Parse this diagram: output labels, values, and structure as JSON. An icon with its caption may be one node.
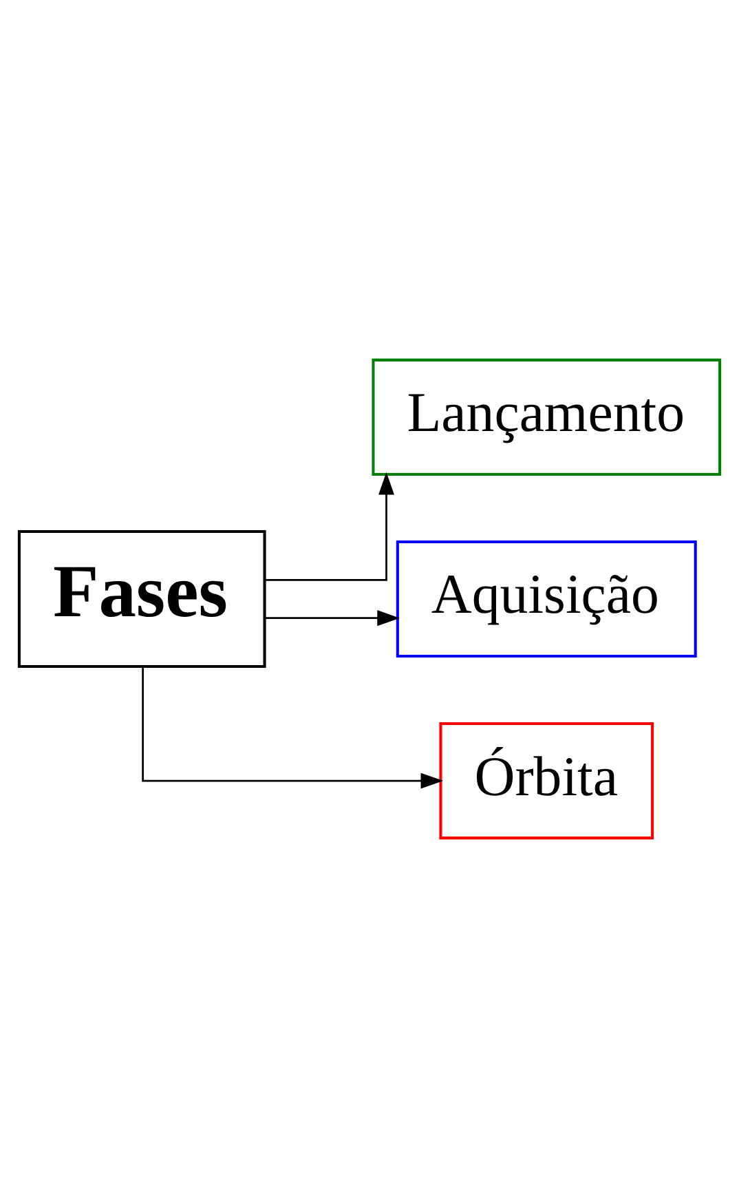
{
  "diagram": {
    "nodes": [
      {
        "text": [
          "Fases"
        ]
      },
      {
        "text": [
          "Lançamento"
        ]
      },
      {
        "text": [
          "Aquisição"
        ]
      },
      {
        "text": [
          "Órbita"
        ]
      }
    ],
    "edges": [
      {
        "from": 0,
        "to": 1,
        "arrow": "to"
      },
      {
        "from": 0,
        "to": 2,
        "arrow": "to"
      },
      {
        "from": 0,
        "to": 3,
        "arrow": "to"
      }
    ]
  }
}
